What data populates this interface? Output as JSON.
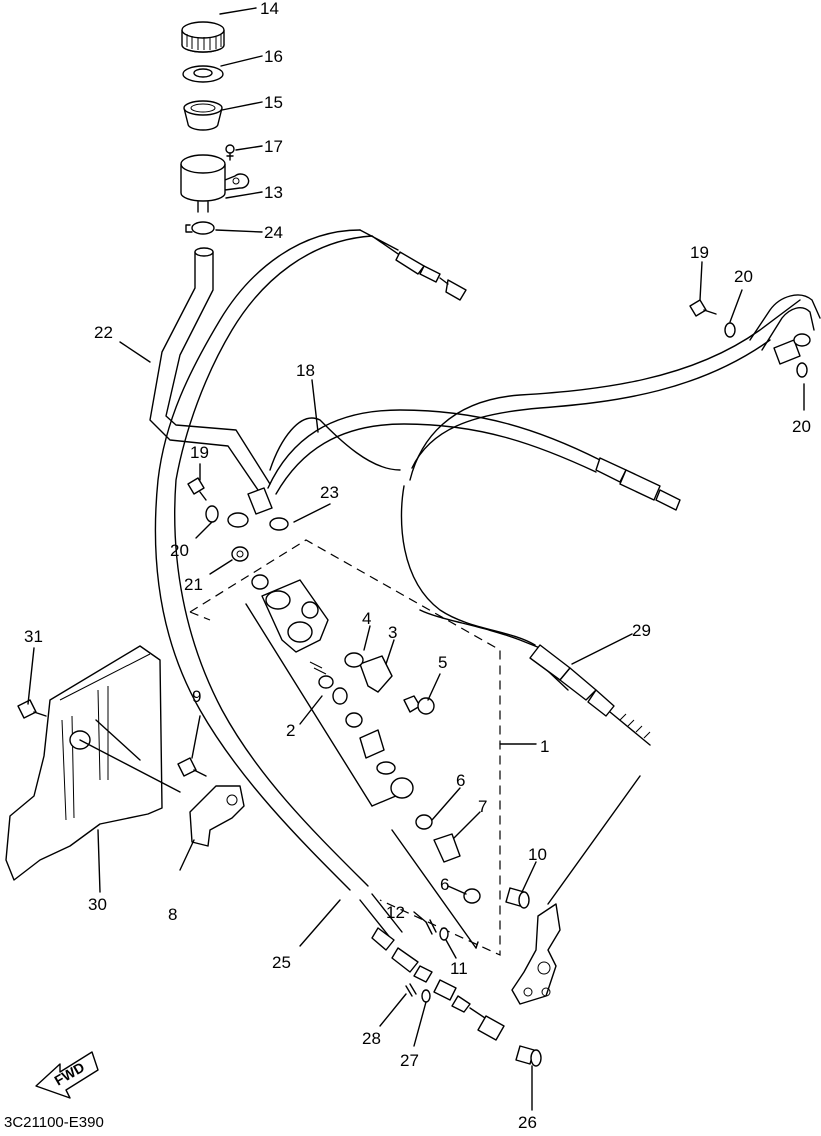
{
  "diagram": {
    "callouts": [
      "1",
      "2",
      "3",
      "4",
      "5",
      "6",
      "6",
      "7",
      "8",
      "9",
      "10",
      "11",
      "12",
      "13",
      "14",
      "15",
      "16",
      "17",
      "18",
      "19",
      "19",
      "20",
      "20",
      "20",
      "21",
      "22",
      "23",
      "24",
      "25",
      "26",
      "27",
      "28",
      "29",
      "30",
      "31"
    ],
    "fwd_label": "FWD",
    "code": "3C21100-E390"
  }
}
